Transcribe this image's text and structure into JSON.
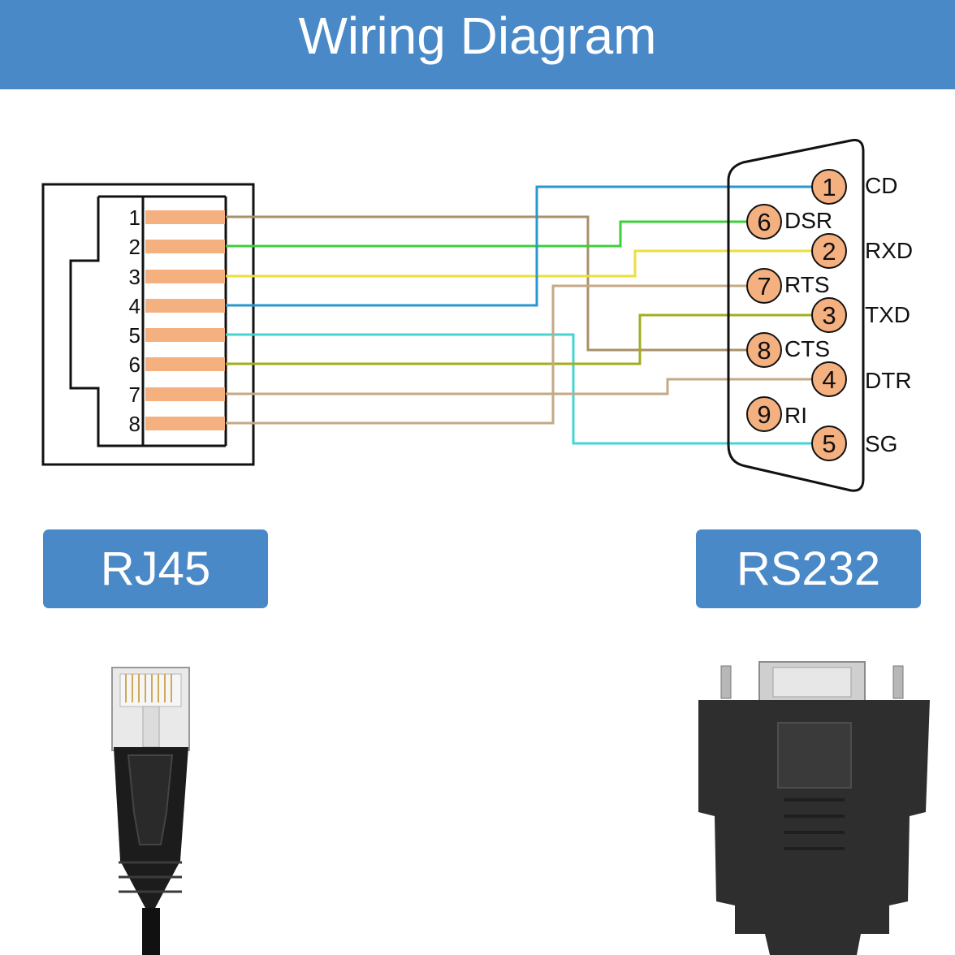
{
  "header": {
    "title": "Wiring Diagram"
  },
  "rj45": {
    "label": "RJ45",
    "pins": [
      "1",
      "2",
      "3",
      "4",
      "5",
      "6",
      "7",
      "8"
    ]
  },
  "rs232": {
    "label": "RS232",
    "pins": [
      {
        "num": "1",
        "signal": "CD"
      },
      {
        "num": "6",
        "signal": "DSR"
      },
      {
        "num": "2",
        "signal": "RXD"
      },
      {
        "num": "7",
        "signal": "RTS"
      },
      {
        "num": "3",
        "signal": "TXD"
      },
      {
        "num": "8",
        "signal": "CTS"
      },
      {
        "num": "4",
        "signal": "DTR"
      },
      {
        "num": "9",
        "signal": "RI"
      },
      {
        "num": "5",
        "signal": "SG"
      }
    ]
  },
  "wires": [
    {
      "from": "1",
      "to": "8",
      "color": "#a8906a"
    },
    {
      "from": "2",
      "to": "6",
      "color": "#3ccf3c"
    },
    {
      "from": "3",
      "to": "2",
      "color": "#ebe03c"
    },
    {
      "from": "4",
      "to": "1",
      "color": "#2b97d1"
    },
    {
      "from": "5",
      "to": "5",
      "color": "#45d4d4"
    },
    {
      "from": "6",
      "to": "3",
      "color": "#a3ad1e"
    },
    {
      "from": "7",
      "to": "4",
      "color": "#c5a986"
    },
    {
      "from": "8",
      "to": "7",
      "color": "#c5a986"
    }
  ],
  "colors": {
    "accent": "#4a89c8",
    "pin_fill": "#f5b080",
    "outline": "#111111"
  }
}
